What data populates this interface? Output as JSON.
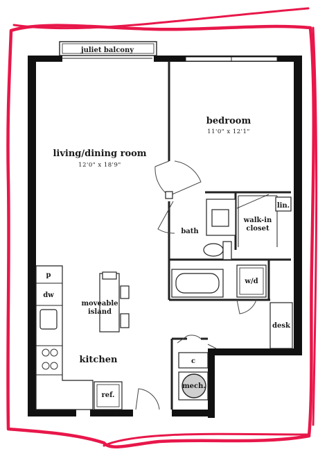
{
  "plan": {
    "rooms": {
      "living": {
        "name": "living/dining room",
        "dims": "12'0\" x 18'9\""
      },
      "bedroom": {
        "name": "bedroom",
        "dims": "11'0\" x 12'1\""
      },
      "bath": "bath",
      "walk_in_closet": [
        "walk-in",
        "closet"
      ],
      "kitchen": "kitchen"
    },
    "fixtures": {
      "juliet_balcony": "juliet balcony",
      "pantry": "p",
      "dishwasher": "dw",
      "island": [
        "moveable",
        "island"
      ],
      "refrigerator": "ref.",
      "linen": "lin.",
      "washer_dryer": "w/d",
      "desk": "desk",
      "coat_closet": "c",
      "mechanical": "mech."
    }
  },
  "colors": {
    "wall": "#111111",
    "highlight": "#e8174a"
  }
}
